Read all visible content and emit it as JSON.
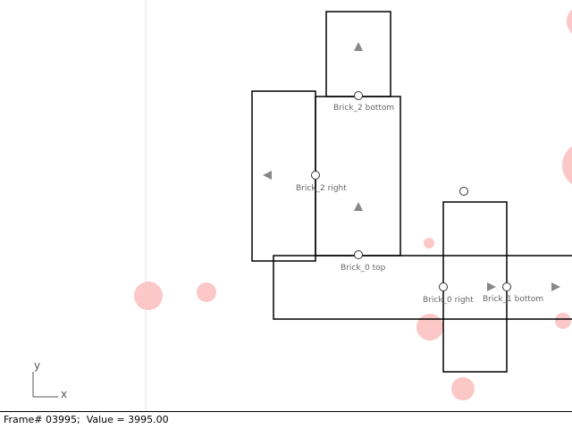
{
  "scene": {
    "labels": {
      "brick2_bottom": "Brick_2 bottom",
      "brick2_right": "Brick_2 right",
      "brick0_top": "Brick_0 top",
      "brick0_right": "Brick_0 right",
      "brick1_bottom": "Brick_1 bottom"
    },
    "axes": {
      "x_label": "x",
      "y_label": "y"
    },
    "colors": {
      "brick_stroke": "#000000",
      "particle": "#fcc7c7",
      "marker": "#888888",
      "grid_line": "#e6e6e6"
    }
  },
  "status": {
    "frame_text": "Frame# 03995;",
    "value_text": "Value = 3995.00"
  }
}
